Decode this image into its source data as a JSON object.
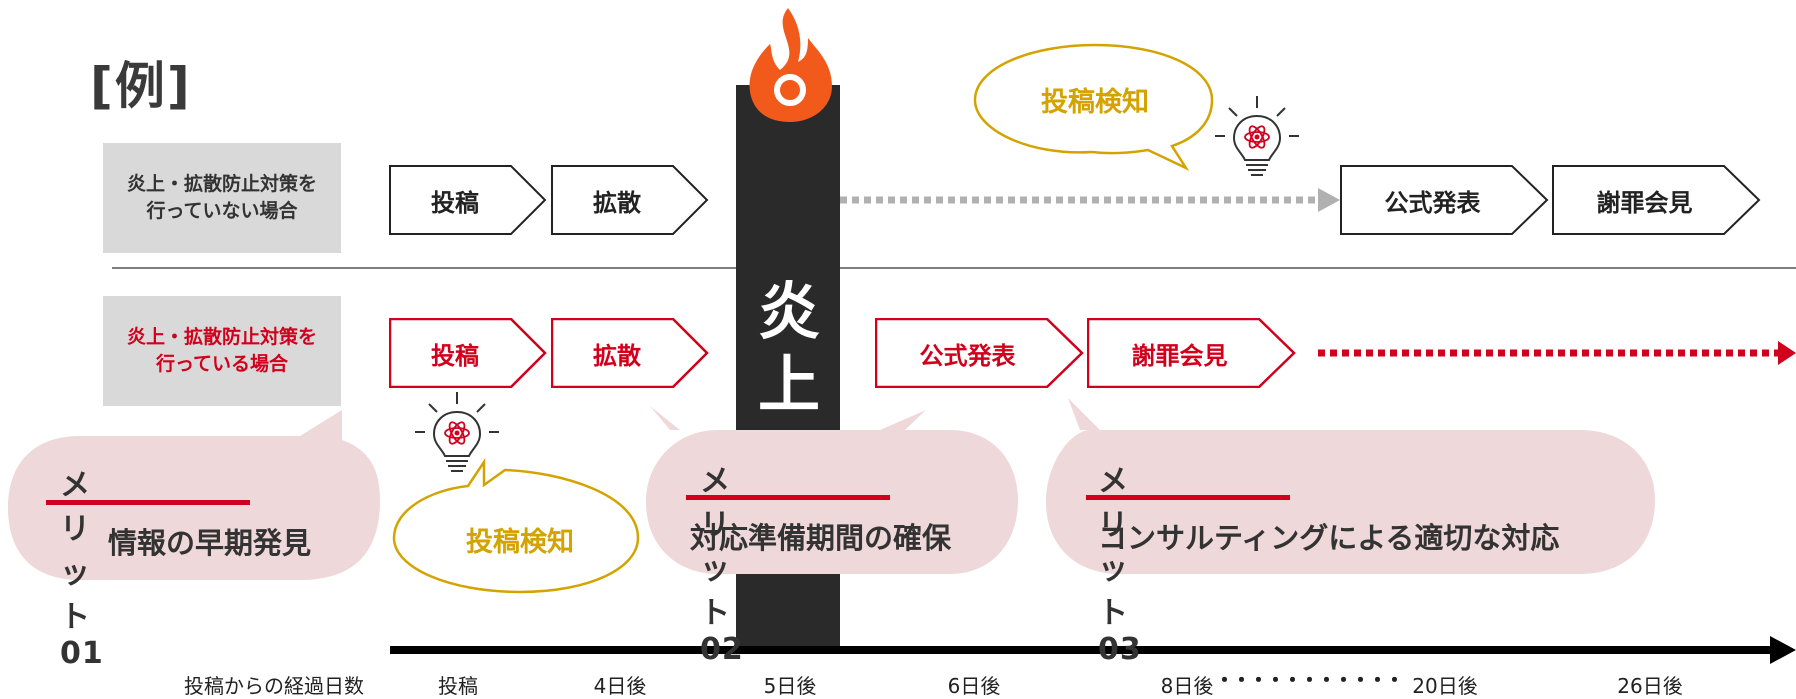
{
  "title": "[例]",
  "rows": {
    "without": {
      "label_line1": "炎上・拡散防止対策を",
      "label_line2": "行っていない場合"
    },
    "with": {
      "label_line1": "炎上・拡散防止対策を",
      "label_line2": "行っている場合"
    }
  },
  "without_steps": [
    "投稿",
    "拡散",
    "公式発表",
    "謝罪会見"
  ],
  "with_steps": [
    "投稿",
    "拡散",
    "公式発表",
    "謝罪会見"
  ],
  "detection_label_top": "投稿検知",
  "detection_label_bottom": "投稿検知",
  "enjo_label": [
    "炎",
    "上"
  ],
  "merits": [
    {
      "title": "メリット01",
      "desc": "情報の早期発見"
    },
    {
      "title": "メリット02",
      "desc": "対応準備期間の確保"
    },
    {
      "title": "メリット03",
      "desc": "コンサルティングによる適切な対応"
    }
  ],
  "timeline": {
    "label": "投稿からの経過日数",
    "ticks": [
      "投稿",
      "4日後",
      "5日後",
      "6日後",
      "8日後",
      "20日後",
      "26日後"
    ],
    "ellipsis": "・・・・・・・・・・・"
  },
  "colors": {
    "red": "#d1001c",
    "gold": "#d4a300",
    "dark": "#2a2a2a",
    "pink": "#eed8da",
    "gray": "#d9d9d9",
    "flame": "#f25a1c"
  }
}
